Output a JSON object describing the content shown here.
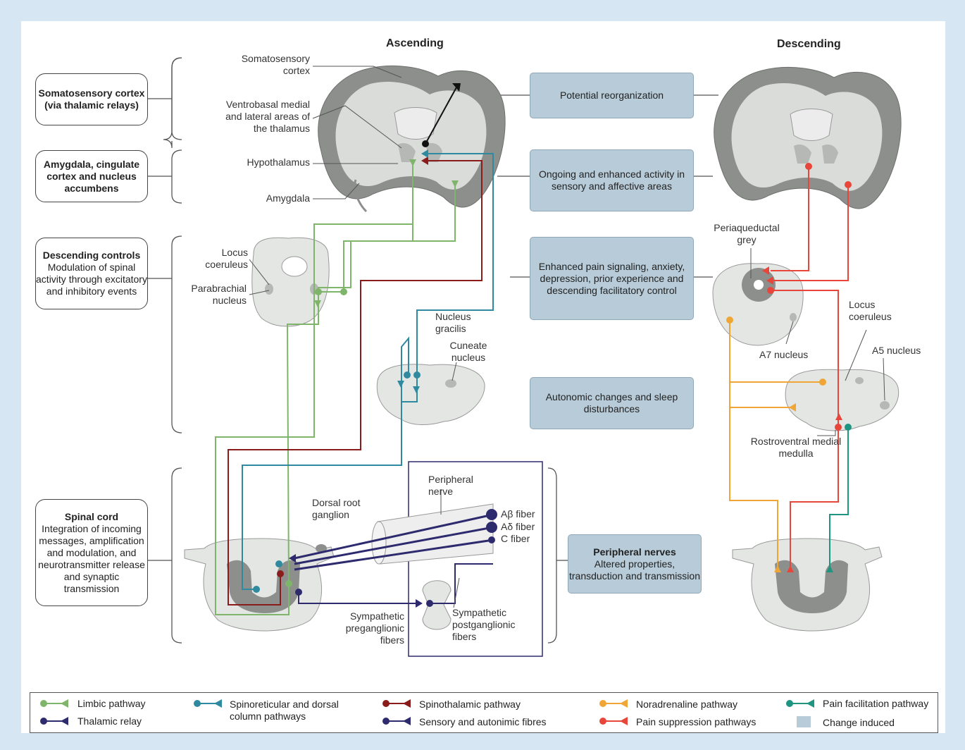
{
  "headings": {
    "ascending": "Ascending",
    "descending": "Descending"
  },
  "left_boxes": [
    {
      "title": "Somatosensory cortex (via thalamic relays)",
      "body": ""
    },
    {
      "title": "Amygdala, cingulate cortex and nucleus accumbens",
      "body": ""
    },
    {
      "title": "Descending controls",
      "body": "Modulation of spinal activity through excitatory and inhibitory events"
    },
    {
      "title": "Spinal cord",
      "body": "Integration of incoming messages, amplification and modulation, and neurotransmitter release and synaptic transmission"
    }
  ],
  "change_boxes": [
    {
      "title": "",
      "body": "Potential reorganization"
    },
    {
      "title": "",
      "body": "Ongoing and enhanced activity in sensory and affective areas"
    },
    {
      "title": "",
      "body": "Enhanced pain signaling, anxiety, depression, prior experience and descending facilitatory control"
    },
    {
      "title": "",
      "body": "Autonomic changes and sleep disturbances"
    },
    {
      "title": "Peripheral nerves",
      "body": "Altered properties, transduction and transmission"
    }
  ],
  "labels": {
    "somatosensory_cortex": "Somatosensory cortex",
    "ventrobasal": "Ventrobasal medial and lateral areas of the thalamus",
    "hypothalamus": "Hypothalamus",
    "amygdala": "Amygdala",
    "locus_coeruleus_left": "Locus coeruleus",
    "parabrachial": "Parabrachial nucleus",
    "nucleus_gracilis": "Nucleus gracilis",
    "cuneate": "Cuneate nucleus",
    "dorsal_root": "Dorsal root ganglion",
    "peripheral_nerve": "Peripheral nerve",
    "abeta": "Aβ fiber",
    "adelta": "Aδ fiber",
    "cfiber": "C fiber",
    "sym_pre": "Sympathetic preganglionic fibers",
    "sym_post": "Sympathetic postganglionic fibers",
    "pag": "Periaqueductal grey",
    "locus_coeruleus_right": "Locus coeruleus",
    "a7": "A7 nucleus",
    "a5": "A5 nucleus",
    "rvm": "Rostroventral medial medulla"
  },
  "legend": [
    {
      "label": "Limbic pathway",
      "color": "#7fb56a",
      "marker": "triangle"
    },
    {
      "label": "Thalamic relay",
      "color": "#2e2a6e",
      "marker": "triangle"
    },
    {
      "label": "Spinoreticular and dorsal column pathways",
      "color": "#2f8aa0",
      "marker": "triangle"
    },
    {
      "label": "Spinothalamic pathway",
      "color": "#8b1c1c",
      "marker": "triangle"
    },
    {
      "label": "Sensory and autonimic fibres",
      "color": "#2e2a6e",
      "marker": "triangle"
    },
    {
      "label": "Noradrenaline pathway",
      "color": "#f0a636",
      "marker": "triangle"
    },
    {
      "label": "Pain suppression pathways",
      "color": "#e8463a",
      "marker": "triangle"
    },
    {
      "label": "Pain facilitation pathway",
      "color": "#1e9580",
      "marker": "triangle"
    },
    {
      "label": "Change induced",
      "color": "#b7cbd8",
      "marker": "square"
    }
  ]
}
